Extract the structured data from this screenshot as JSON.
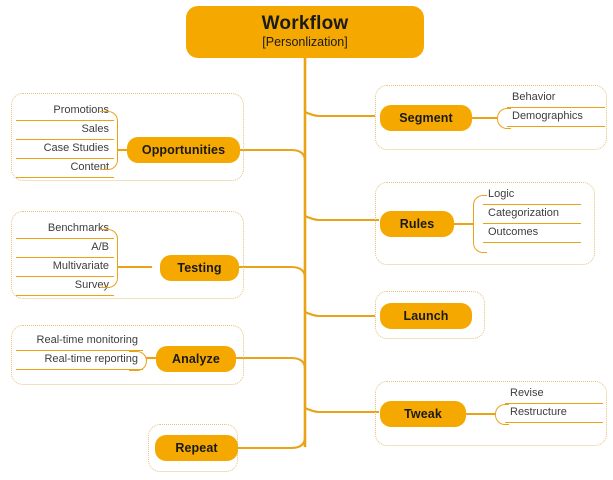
{
  "diagram": {
    "type": "mind-map",
    "title": "Workflow [Personlization]",
    "colors": {
      "node_fill": "#F5A800",
      "connector": "#E8A317",
      "hull_border": "#E8BF7E",
      "node_text": "#1A1A1A",
      "leaf_text": "#3D3D3D",
      "background": "#FFFFFF"
    }
  },
  "root": {
    "title": "Workflow",
    "subtitle": "[Personlization]"
  },
  "branches": {
    "left": [
      {
        "label": "Opportunities",
        "leaves": [
          "Promotions",
          "Sales",
          "Case Studies",
          "Content"
        ]
      },
      {
        "label": "Testing",
        "leaves": [
          "Benchmarks",
          "A/B",
          "Multivariate",
          "Survey"
        ]
      },
      {
        "label": "Analyze",
        "leaves": [
          "Real-time monitoring",
          "Real-time reporting"
        ]
      },
      {
        "label": "Repeat",
        "leaves": []
      }
    ],
    "right": [
      {
        "label": "Segment",
        "leaves": [
          "Behavior",
          "Demographics"
        ]
      },
      {
        "label": "Rules",
        "leaves": [
          "Logic",
          "Categorization",
          "Outcomes"
        ]
      },
      {
        "label": "Launch",
        "leaves": []
      },
      {
        "label": "Tweak",
        "leaves": [
          "Revise",
          "Restructure"
        ]
      }
    ]
  }
}
